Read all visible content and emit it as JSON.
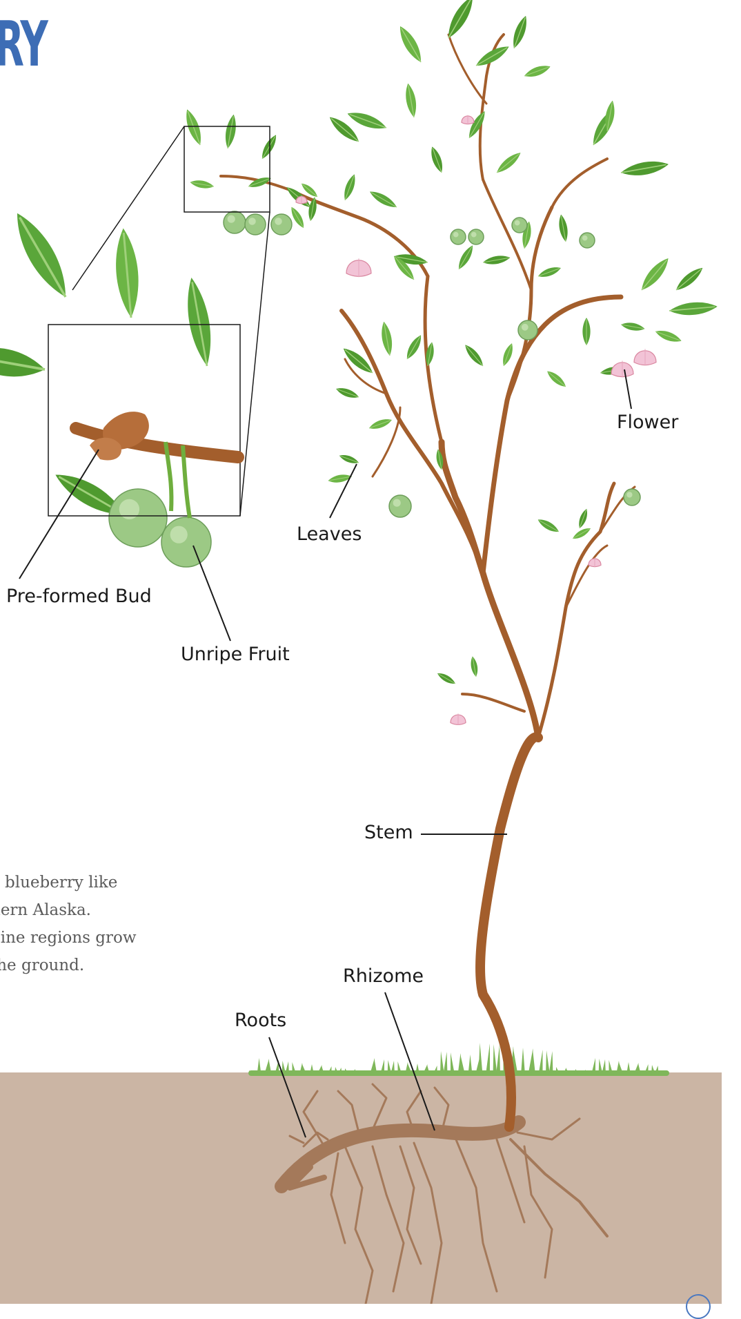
{
  "title_fragment": "RY",
  "colors": {
    "title": "#3d6db5",
    "soil": "#cbb5a4",
    "grass": "#7fb75a",
    "stem": "#a35e2c",
    "root": "#a4795a",
    "leaf": "#5aa63a",
    "fruit": "#9cc985",
    "flower": "#f2c3d6",
    "ink": "#1a1a1a",
    "body_text": "#5b5b5b"
  },
  "body_text_lines": [
    "a blueberry like",
    "hern Alaska.",
    "pine regions grow",
    "the ground."
  ],
  "labels": {
    "flower": "Flower",
    "leaves": "Leaves",
    "pre_formed_bud": "Pre-formed Bud",
    "unripe_fruit": "Unripe Fruit",
    "stem": "Stem",
    "rhizome": "Rhizome",
    "roots": "Roots"
  },
  "icons": [
    "page-mark-icon"
  ]
}
